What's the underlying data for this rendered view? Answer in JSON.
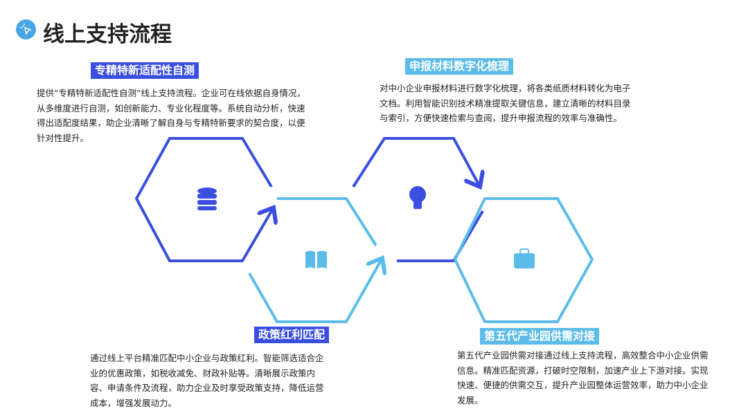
{
  "title": "线上支持流程",
  "colors": {
    "dark": "#3a4ee0",
    "light": "#5bbce9"
  },
  "steps": [
    {
      "title": "专精特新适配性自测",
      "icon": "database-icon",
      "desc": "提供“专精特新适配性自测”线上支持流程。企业可在线依据自身情况，从多维度进行自测，如创新能力、专业化程度等。系统自动分析，快速得出适配度结果，助企业清晰了解自身与专精特新要求的契合度，以便针对性提升。"
    },
    {
      "title": "政策红利匹配",
      "icon": "book-icon",
      "desc": "通过线上平台精准匹配中小企业与政策红利。智能筛选适合企业的优惠政策，如税收减免、财政补贴等。清晰展示政策内容、申请条件及流程，助力企业及时享受政策支持，降低运营成本，增强发展动力。"
    },
    {
      "title": "申报材料数字化梳理",
      "icon": "lightbulb-icon",
      "desc": "对中小企业申报材料进行数字化梳理，将各类纸质材料转化为电子文档。利用智能识别技术精准提取关键信息，建立清晰的材料目录与索引，方便快速检索与查阅，提升申报流程的效率与准确性。"
    },
    {
      "title": "第五代产业园供需对接",
      "icon": "briefcase-icon",
      "desc": "第五代产业园供需对接通过线上支持流程，高效整合中小企业供需信息。精准匹配资源，打破时空限制，加速产业上下游对接。实现快速、便捷的供需交互，提升产业园整体运营效率，助力中小企业发展。"
    }
  ]
}
